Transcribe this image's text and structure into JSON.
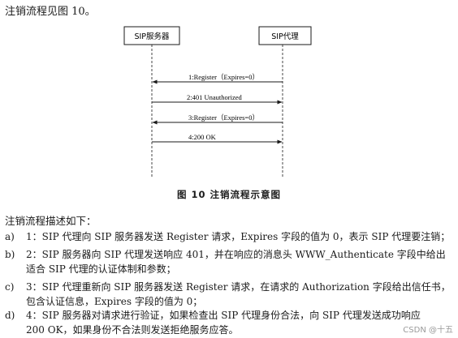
{
  "intro": "注销流程见图 10。",
  "diagram": {
    "left_entity": "SIP服务器",
    "right_entity": "SIP代理",
    "messages": [
      {
        "label": "1:Register（Expires=0）",
        "direction": "right-to-left"
      },
      {
        "label": "2:401 Unauthorized",
        "direction": "left-to-right"
      },
      {
        "label": "3:Register（Expires=0）",
        "direction": "right-to-left"
      },
      {
        "label": "4:200 OK",
        "direction": "left-to-right"
      }
    ],
    "caption": "图 10   注销流程示意图"
  },
  "section_title": "注销流程描述如下：",
  "items": [
    {
      "marker": "a)",
      "lines": [
        "1：SIP 代理向 SIP 服务器发送 Register 请求，Expires 字段的值为 0，表示 SIP 代理要注销；"
      ]
    },
    {
      "marker": "b)",
      "lines": [
        "2：SIP 服务器向 SIP 代理发送响应 401，并在响应的消息头 WWW_Authenticate 字段中给出",
        "适合 SIP 代理的认证体制和参数；"
      ]
    },
    {
      "marker": "c)",
      "lines": [
        "3：SIP 代理重新向 SIP 服务器发送 Register 请求，在请求的 Authorization 字段给出信任书，",
        "包含认证信息，Expires 字段的值为 0；"
      ]
    },
    {
      "marker": "d)",
      "lines": [
        "4：SIP 服务器对请求进行验证，如果检查出 SIP 代理身份合法，向 SIP 代理发送成功响应",
        "200 OK，如果身份不合法则发送拒绝服务应答。"
      ]
    }
  ],
  "watermark": "CSDN @十五"
}
